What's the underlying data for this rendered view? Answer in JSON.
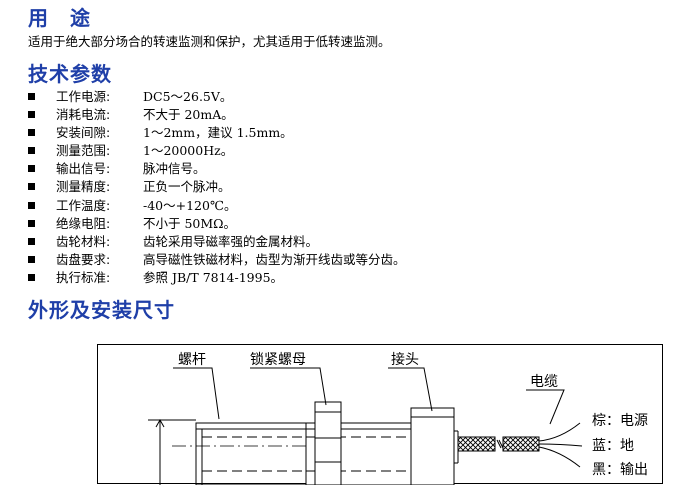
{
  "usage": {
    "title": "用　途",
    "text": "适用于绝大部分场合的转速监测和保护，尤其适用于低转速监测。"
  },
  "params": {
    "title": "技术参数",
    "items": [
      {
        "label": "工作电源:",
        "value": "DC5～26.5V。"
      },
      {
        "label": "消耗电流:",
        "value": "不大于 20mA。"
      },
      {
        "label": "安装间隙:",
        "value": "1～2mm，建议 1.5mm。"
      },
      {
        "label": "测量范围:",
        "value": "1～20000Hz。"
      },
      {
        "label": "输出信号:",
        "value": "脉冲信号。"
      },
      {
        "label": "测量精度:",
        "value": "正负一个脉冲。"
      },
      {
        "label": "工作温度:",
        "value": "-40～+120℃。"
      },
      {
        "label": "绝缘电阻:",
        "value": "不小于 50MΩ。"
      },
      {
        "label": "齿轮材料:",
        "value": "齿轮采用导磁率强的金属材料。"
      },
      {
        "label": "齿盘要求:",
        "value": "高导磁性铁磁材料，齿型为渐开线齿或等分齿。"
      },
      {
        "label": "执行标准:",
        "value": "参照 JB/T 7814-1995。"
      }
    ]
  },
  "dimensions": {
    "title": "外形及安装尺寸",
    "labels": {
      "screw": "螺杆",
      "locknut": "锁紧螺母",
      "connector": "接头",
      "cable": "电缆"
    },
    "wires": [
      {
        "color": "棕",
        "function": "电源"
      },
      {
        "color": "蓝",
        "function": "地"
      },
      {
        "color": "黑",
        "function": "输出"
      }
    ]
  }
}
